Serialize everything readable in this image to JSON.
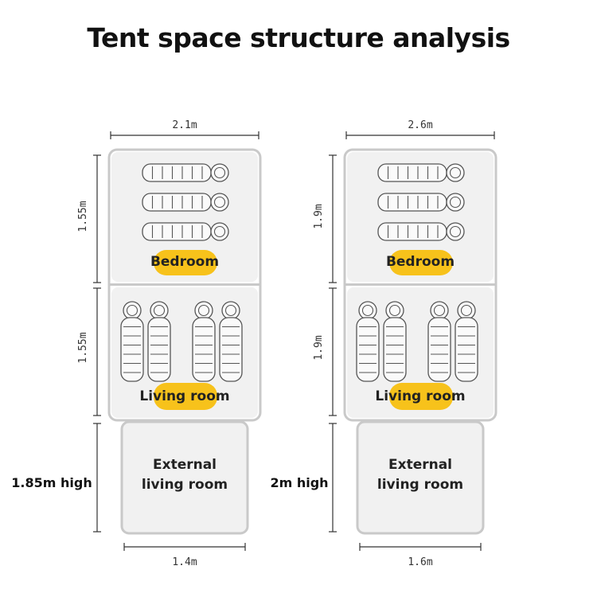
{
  "title": "Tent space structure analysis",
  "tents": [
    {
      "top_width": "2.1m",
      "bedroom_depth": "1.55m",
      "living_depth": "1.55m",
      "bedroom_label": "Bedroom",
      "living_label": "Living room",
      "external_label_line1": "External",
      "external_label_line2": "living room",
      "external_height": "1.85m high",
      "bottom_width": "1.4m",
      "bedroom_bags": 3,
      "living_bags": 4
    },
    {
      "top_width": "2.6m",
      "bedroom_depth": "1.9m",
      "living_depth": "1.9m",
      "bedroom_label": "Bedroom",
      "living_label": "Living room",
      "external_label_line1": "External",
      "external_label_line2": "living room",
      "external_height": "2m high",
      "bottom_width": "1.6m",
      "bedroom_bags": 3,
      "living_bags": 4
    }
  ],
  "colors": {
    "room_fill": "#f1f1f1",
    "room_stroke": "#c9c9c9",
    "highlight": "#f7c21b",
    "bag_stroke": "#555555",
    "dim_line": "#333333"
  }
}
